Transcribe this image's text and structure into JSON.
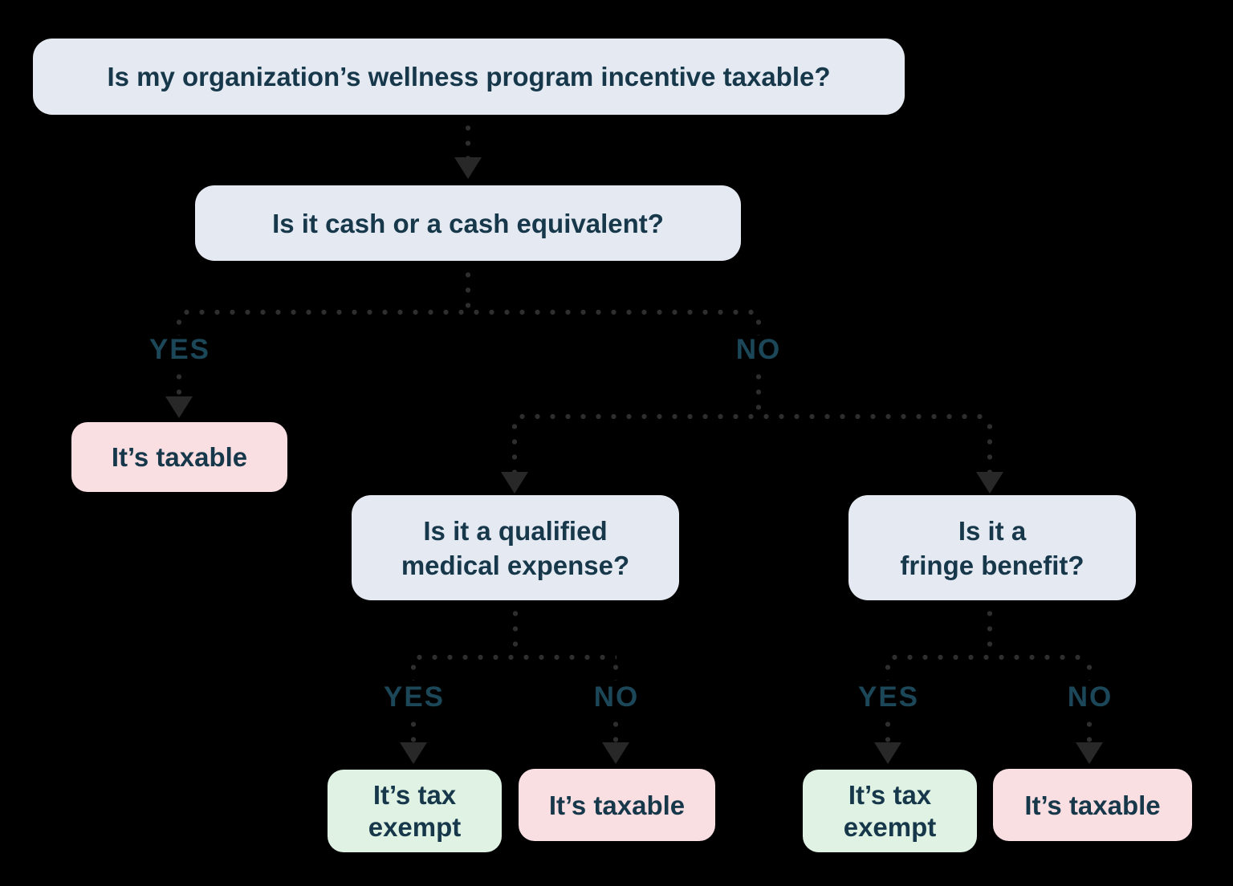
{
  "diagram": {
    "type": "decision-tree-flowchart",
    "nodes": {
      "root": "Is my organization’s wellness program incentive taxable?",
      "cash": "Is it cash or a cash equivalent?",
      "medical": {
        "line1": "Is it a qualified",
        "line2": "medical expense?"
      },
      "fringe": {
        "line1": "Is it a",
        "line2": "fringe benefit?"
      },
      "taxable1": "It’s taxable",
      "exempt1": {
        "line1": "It’s tax",
        "line2": "exempt"
      },
      "taxable2": "It’s taxable",
      "exempt2": {
        "line1": "It’s tax",
        "line2": "exempt"
      },
      "taxable3": "It’s taxable"
    },
    "branch_labels": {
      "yes1": "YES",
      "no1": "NO",
      "yes2": "YES",
      "no2": "NO",
      "yes3": "YES",
      "no3": "NO"
    },
    "colors": {
      "background": "#000000",
      "question_box": "#E4E9F2",
      "taxable_box": "#F9DEE2",
      "exempt_box": "#DFF2E4",
      "node_text": "#16384A",
      "branch_label_text": "#1B4759",
      "connector": "#2E2E2E",
      "arrowhead": "#282828"
    }
  }
}
